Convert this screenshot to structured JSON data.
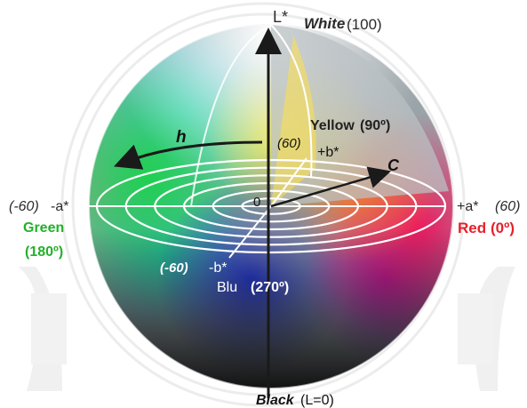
{
  "axes": {
    "l_star": "L*",
    "white": "White",
    "white_value": "(100)",
    "black": "Black",
    "black_value": "(L=0)",
    "neg_a_value": "(-60)",
    "neg_a": "-a*",
    "pos_a": "+a*",
    "pos_a_value": "(60)",
    "pos_b_value": "(60)",
    "pos_b": "+b*",
    "neg_b_value": "(-60)",
    "neg_b": "-b*",
    "origin": "0"
  },
  "hues": {
    "green": "Green",
    "green_angle": "(180º)",
    "red": "Red",
    "red_angle": "(0º)",
    "yellow": "Yellow",
    "yellow_angle": "(90º)",
    "blue": "Blu",
    "blue_angle": "(270º)"
  },
  "symbols": {
    "hue": "h",
    "chroma": "C"
  },
  "colors": {
    "green": "#22b12a",
    "red": "#e8202a",
    "text": "#2b2b2b",
    "white_label": "#ffffff",
    "axis": "#1a1a1a"
  },
  "structure": {
    "chroma_rings": 6,
    "background_watermark": "temple seal (faint)"
  }
}
